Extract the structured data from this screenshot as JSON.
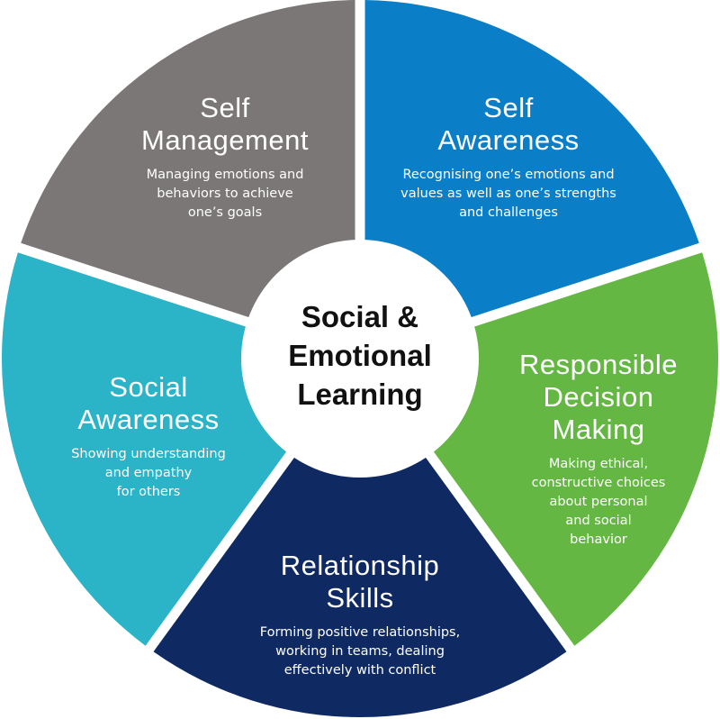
{
  "center": {
    "title": "Social &\nEmotional\nLearning"
  },
  "segments": [
    {
      "key": "self-management",
      "title": "Self\nManagement",
      "description": "Managing emotions and\nbehaviors to achieve\none’s goals",
      "color": "#7a7776"
    },
    {
      "key": "self-awareness",
      "title": "Self\nAwareness",
      "description": "Recognising one’s emotions and\nvalues as well as one’s strengths\nand challenges",
      "color": "#0a7fc8"
    },
    {
      "key": "responsible-decision-making",
      "title": "Responsible\nDecision\nMaking",
      "description": "Making ethical,\nconstructive choices\nabout personal\nand social\nbehavior",
      "color": "#65b744"
    },
    {
      "key": "relationship-skills",
      "title": "Relationship\nSkills",
      "description": "Forming positive relationships,\nworking in teams, dealing\neffectively with conflict",
      "color": "#0f2a62"
    },
    {
      "key": "social-awareness",
      "title": "Social\nAwareness",
      "description": "Showing understanding\nand empathy\nfor others",
      "color": "#2bb3c8"
    }
  ],
  "center_color": "#ffffff",
  "gap_color": "#ffffff"
}
